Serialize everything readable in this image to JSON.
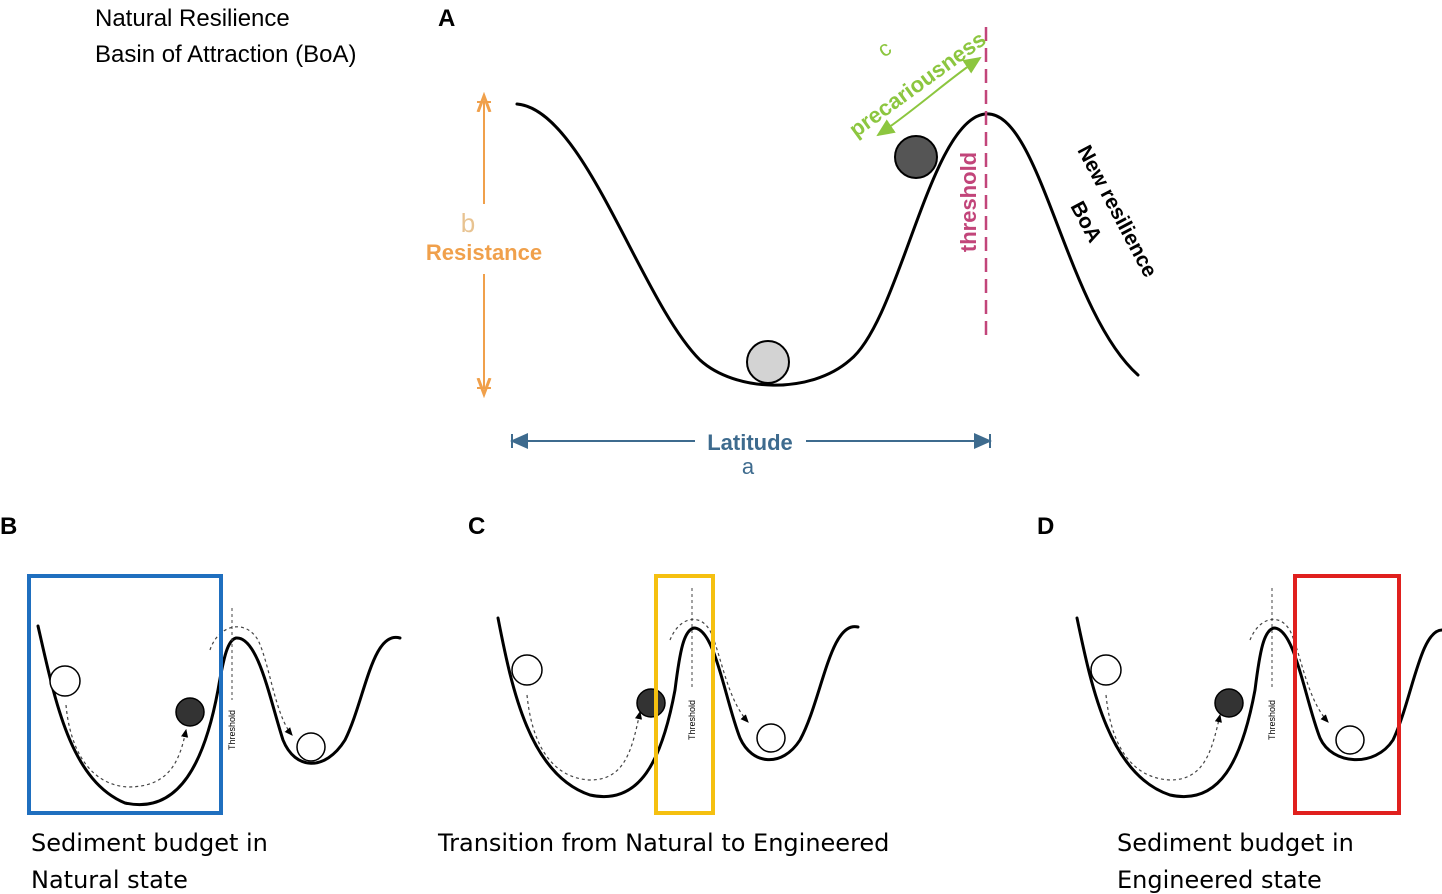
{
  "colors": {
    "resistance": "#f0a04b",
    "resistance_letter": "#e8c391",
    "latitude": "#3e6b8e",
    "precariousness": "#8cc63f",
    "threshold": "#c2457a",
    "ball_light": "#d3d3d3",
    "ball_dark": "#555555",
    "box_natural": "#1f6fbf",
    "box_transition": "#f5c010",
    "box_engineered": "#e0201e"
  },
  "header": {
    "line1": "Natural Resilience",
    "line2": "Basin of Attraction (BoA)"
  },
  "panel_a": {
    "letter": "A",
    "resistance_letter": "b",
    "resistance_label": "Resistance",
    "latitude_label": "Latitude",
    "latitude_letter": "a",
    "precariousness_letter": "c",
    "precariousness_label": "precariousness",
    "threshold_label": "threshold",
    "new_boa_line1": "New resilience",
    "new_boa_line2": "BoA"
  },
  "panel_b": {
    "letter": "B",
    "threshold_label": "Threshold",
    "caption_line1": "Sediment budget in",
    "caption_line2": "Natural state"
  },
  "panel_c": {
    "letter": "C",
    "threshold_label": "Threshold",
    "caption_line1": "Transition from Natural to Engineered"
  },
  "panel_d": {
    "letter": "D",
    "threshold_label": "Threshold",
    "caption_line1": "Sediment budget in",
    "caption_line2": "Engineered state"
  }
}
